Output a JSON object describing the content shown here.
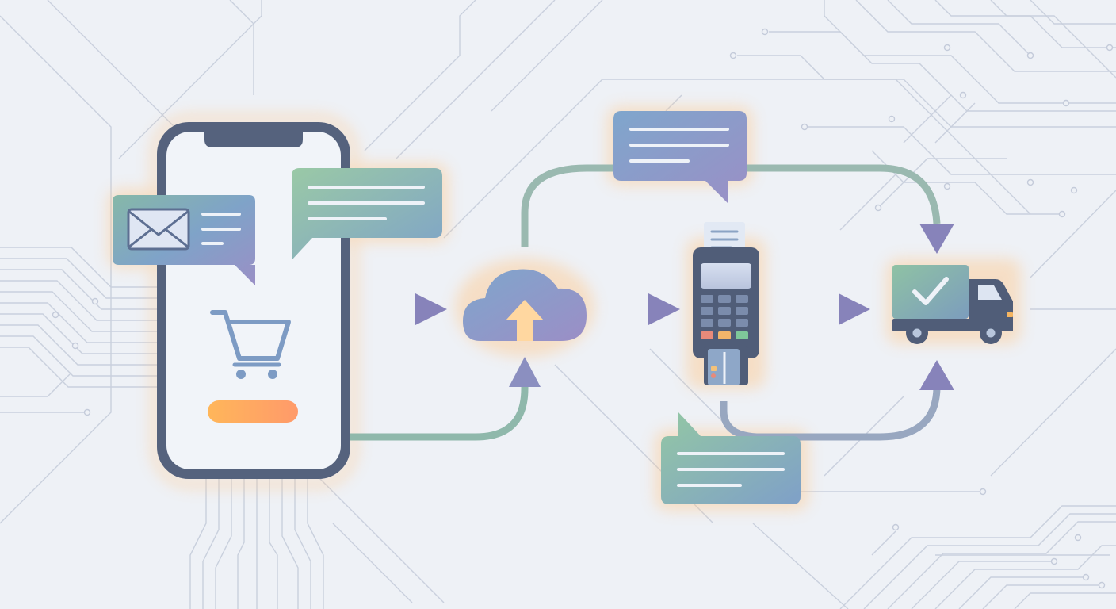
{
  "colors": {
    "background": "#eef1f6",
    "circuit": "#c5ccda",
    "device_body": "#505d78",
    "phone_screen": "#f1f4f9",
    "bubble_green": "#8fc2a4",
    "bubble_blue": "#7fa3c8",
    "bubble_purple": "#9a8fc6",
    "arrow_green": "#93bfa6",
    "arrow_purple": "#8783ba",
    "glow": "#ffc78a",
    "cart_button": "#ffa95a"
  },
  "icons": [
    "smartphone-icon",
    "shopping-cart-icon",
    "email-icon",
    "cloud-upload-icon",
    "payment-terminal-icon",
    "receipt-icon",
    "credit-card-icon",
    "delivery-truck-icon",
    "checkmark-icon"
  ],
  "flow": {
    "nodes": [
      "phone",
      "cloud",
      "payment-terminal",
      "delivery-truck"
    ],
    "connections": [
      {
        "from": "phone",
        "to": "cloud"
      },
      {
        "from": "phone",
        "to": "cloud",
        "route": "lower-curve"
      },
      {
        "from": "cloud",
        "to": "payment-terminal"
      },
      {
        "from": "cloud",
        "to": "delivery-truck",
        "route": "upper-curve"
      },
      {
        "from": "payment-terminal",
        "to": "delivery-truck"
      },
      {
        "from": "payment-terminal",
        "to": "delivery-truck",
        "route": "lower-curve"
      }
    ]
  }
}
